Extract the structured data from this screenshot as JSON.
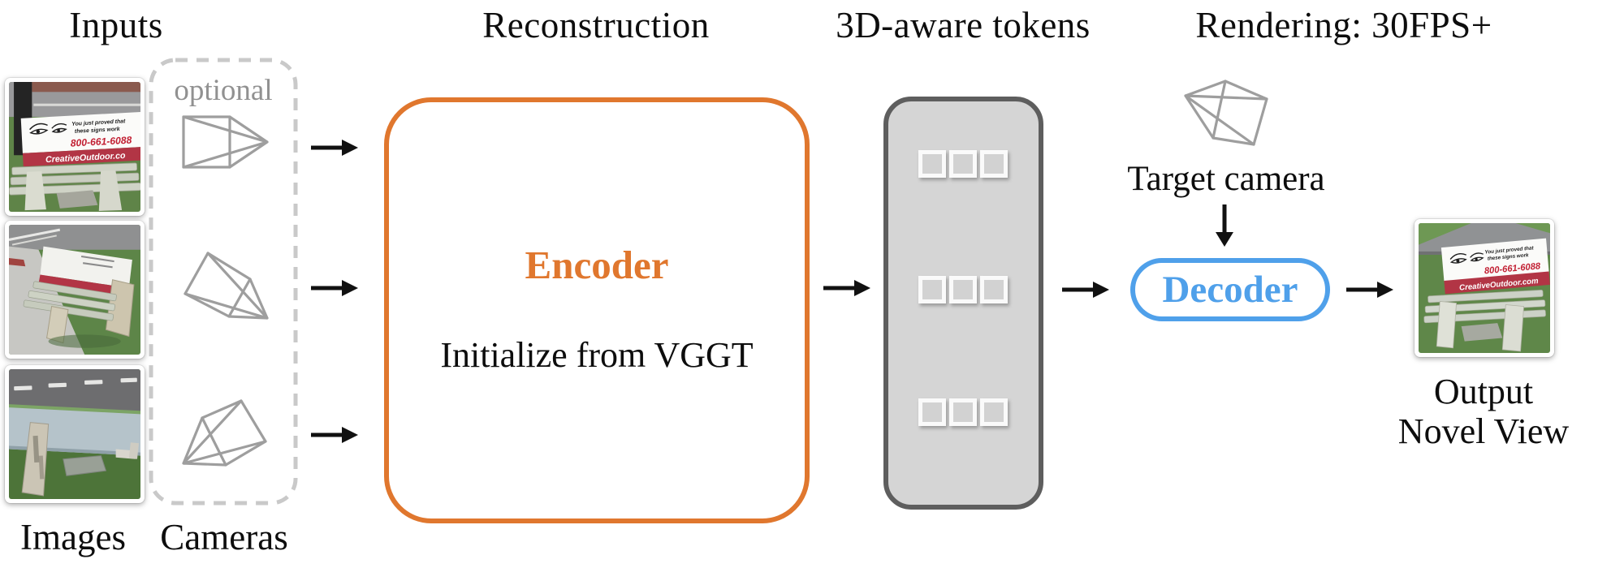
{
  "titles": {
    "inputs": "Inputs",
    "reconstruction": "Reconstruction",
    "tokens": "3D-aware tokens",
    "rendering": "Rendering: 30FPS+"
  },
  "input_section": {
    "optional_label": "optional",
    "images_label": "Images",
    "cameras_label": "Cameras"
  },
  "sign": {
    "line1": "You just proved that",
    "line2": "these signs work",
    "phone": "800-661-6088",
    "website": "CreativeOutdoor.com",
    "website_short": "CreativeOutdoor.co"
  },
  "encoder": {
    "label": "Encoder",
    "note": "Initialize from VGGT"
  },
  "tokens": {
    "rows": 3,
    "squares_per_row": 3
  },
  "rendering": {
    "target_camera_label": "Target camera",
    "decoder_label": "Decoder",
    "output_line1": "Output",
    "output_line2": "Novel View"
  },
  "icons": {
    "camera": "camera-frustum-icon",
    "arrow_right": "arrow-right-icon",
    "arrow_down": "arrow-down-icon"
  },
  "colors": {
    "encoder_orange": "#E0772E",
    "decoder_blue": "#4FA0EA",
    "tokens_fill": "#D5D5D5",
    "tokens_border": "#5E5E5E",
    "token_square_fill": "#D2D2D2",
    "dashed_border": "#C9C9C9",
    "optional_gray": "#919191",
    "camera_gray": "#9E9E9E",
    "arrow_black": "#111111",
    "sign_red": "#B23545",
    "phone_red": "#C22033"
  }
}
